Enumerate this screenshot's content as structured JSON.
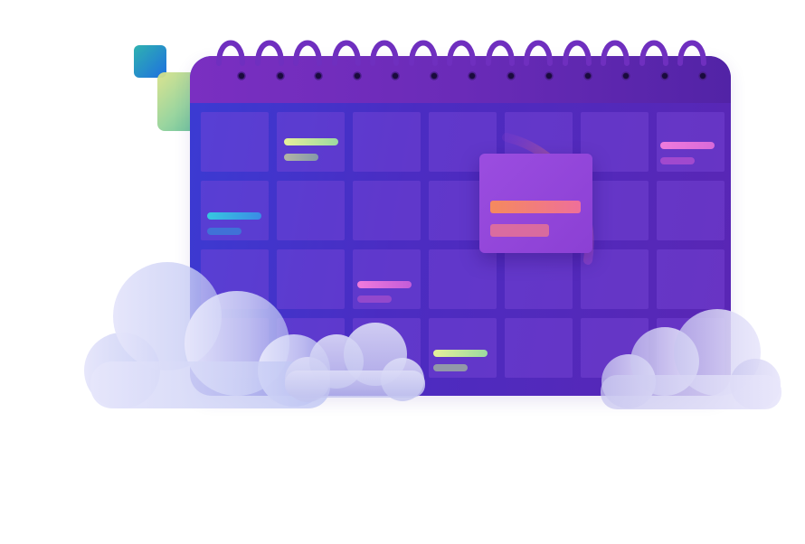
{
  "illustration": {
    "subject": "calendar-with-clouds",
    "colors": {
      "calendar_left": "#3a3bd3",
      "calendar_right": "#5a26b4",
      "header": "#7a2fc1",
      "ring": "#6f2fbf",
      "card": "#9b4de0",
      "cloud": "#dcdcf7"
    },
    "events": [
      {
        "cell": "r1c2",
        "colors": [
          "#e6f09a",
          "#9cd9a0"
        ]
      },
      {
        "cell": "r1c7",
        "colors": [
          "#f07bdc",
          "#c45cd9"
        ]
      },
      {
        "cell": "r2c1",
        "colors": [
          "#36c8e0",
          "#3a8be6"
        ]
      },
      {
        "cell": "r3c3",
        "colors": [
          "#f07bdc",
          "#c45cd9"
        ]
      },
      {
        "cell": "r4c4",
        "colors": [
          "#e6f09a",
          "#9cd9a0"
        ]
      }
    ],
    "ring_count": 13
  }
}
